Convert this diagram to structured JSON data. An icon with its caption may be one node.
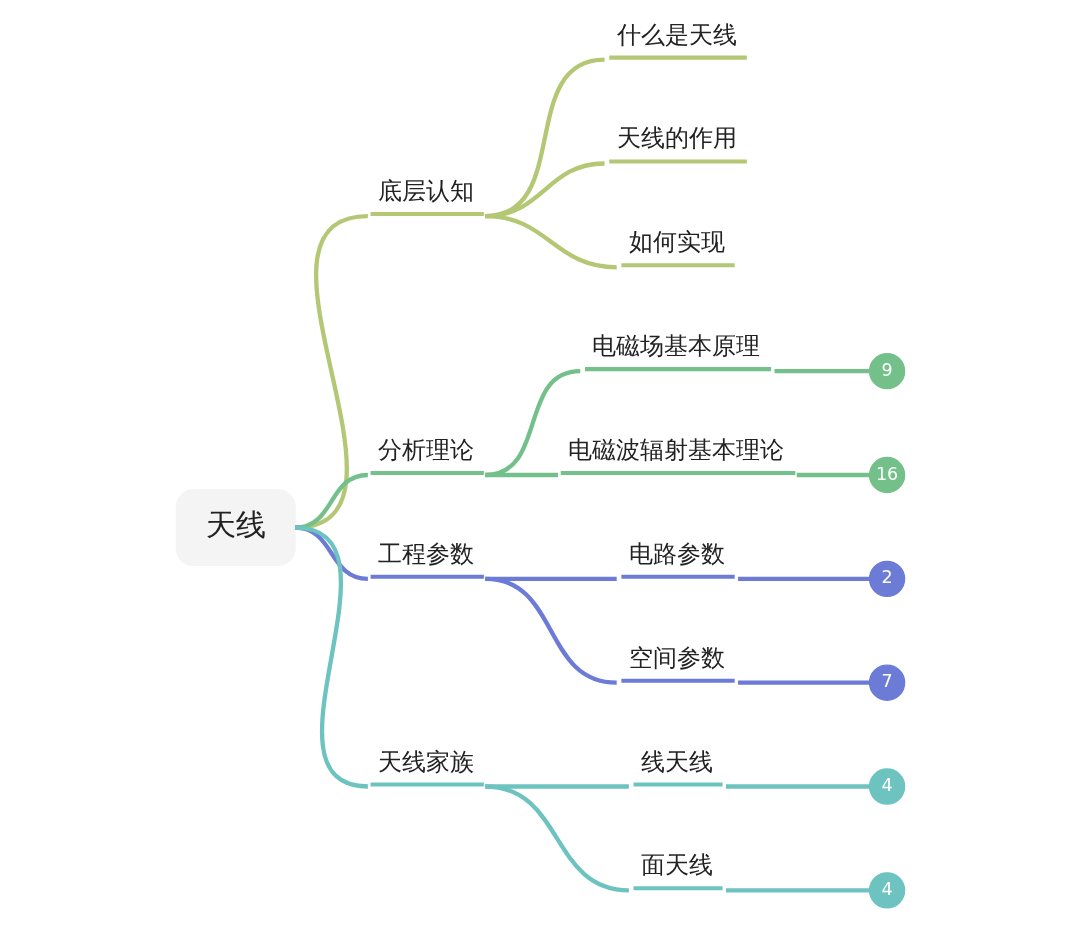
{
  "diagram": {
    "nodes": [
      {
        "text": [
          "天线"
        ]
      },
      {
        "text": [
          "底层认知"
        ]
      },
      {
        "text": [
          "什么是天线"
        ]
      },
      {
        "text": [
          "天线的作用"
        ]
      },
      {
        "text": [
          "如何实现"
        ]
      },
      {
        "text": [
          "分析理论"
        ]
      },
      {
        "text": [
          "电磁场基本原理"
        ]
      },
      {
        "text": [
          "9"
        ]
      },
      {
        "text": [
          "电磁波辐射基本理论"
        ]
      },
      {
        "text": [
          "16"
        ]
      },
      {
        "text": [
          "工程参数"
        ]
      },
      {
        "text": [
          "电路参数"
        ]
      },
      {
        "text": [
          "2"
        ]
      },
      {
        "text": [
          "空间参数"
        ]
      },
      {
        "text": [
          "7"
        ]
      },
      {
        "text": [
          "天线家族"
        ]
      },
      {
        "text": [
          "线天线"
        ]
      },
      {
        "text": [
          "4"
        ]
      },
      {
        "text": [
          "面天线"
        ]
      },
      {
        "text": [
          "4"
        ]
      }
    ],
    "edges": [
      {
        "from": 0,
        "to": 1,
        "arrow": "none",
        "color": "#b3c774"
      },
      {
        "from": 1,
        "to": 2,
        "arrow": "none",
        "color": "#b3c774"
      },
      {
        "from": 1,
        "to": 3,
        "arrow": "none",
        "color": "#b3c774"
      },
      {
        "from": 1,
        "to": 4,
        "arrow": "none",
        "color": "#b3c774"
      },
      {
        "from": 0,
        "to": 5,
        "arrow": "none",
        "color": "#74c08a"
      },
      {
        "from": 5,
        "to": 6,
        "arrow": "none",
        "color": "#74c08a"
      },
      {
        "from": 6,
        "to": 7,
        "arrow": "none",
        "color": "#74c08a"
      },
      {
        "from": 5,
        "to": 8,
        "arrow": "none",
        "color": "#74c08a"
      },
      {
        "from": 8,
        "to": 9,
        "arrow": "none",
        "color": "#74c08a"
      },
      {
        "from": 0,
        "to": 10,
        "arrow": "none",
        "color": "#6c7bd6"
      },
      {
        "from": 10,
        "to": 11,
        "arrow": "none",
        "color": "#6c7bd6"
      },
      {
        "from": 11,
        "to": 12,
        "arrow": "none",
        "color": "#6c7bd6"
      },
      {
        "from": 10,
        "to": 13,
        "arrow": "none",
        "color": "#6c7bd6"
      },
      {
        "from": 13,
        "to": 14,
        "arrow": "none",
        "color": "#6c7bd6"
      },
      {
        "from": 0,
        "to": 15,
        "arrow": "none",
        "color": "#6cc3c0"
      },
      {
        "from": 15,
        "to": 16,
        "arrow": "none",
        "color": "#6cc3c0"
      },
      {
        "from": 16,
        "to": 17,
        "arrow": "none",
        "color": "#6cc3c0"
      },
      {
        "from": 15,
        "to": 18,
        "arrow": "none",
        "color": "#6cc3c0"
      },
      {
        "from": 18,
        "to": 19,
        "arrow": "none",
        "color": "#6cc3c0"
      }
    ]
  }
}
